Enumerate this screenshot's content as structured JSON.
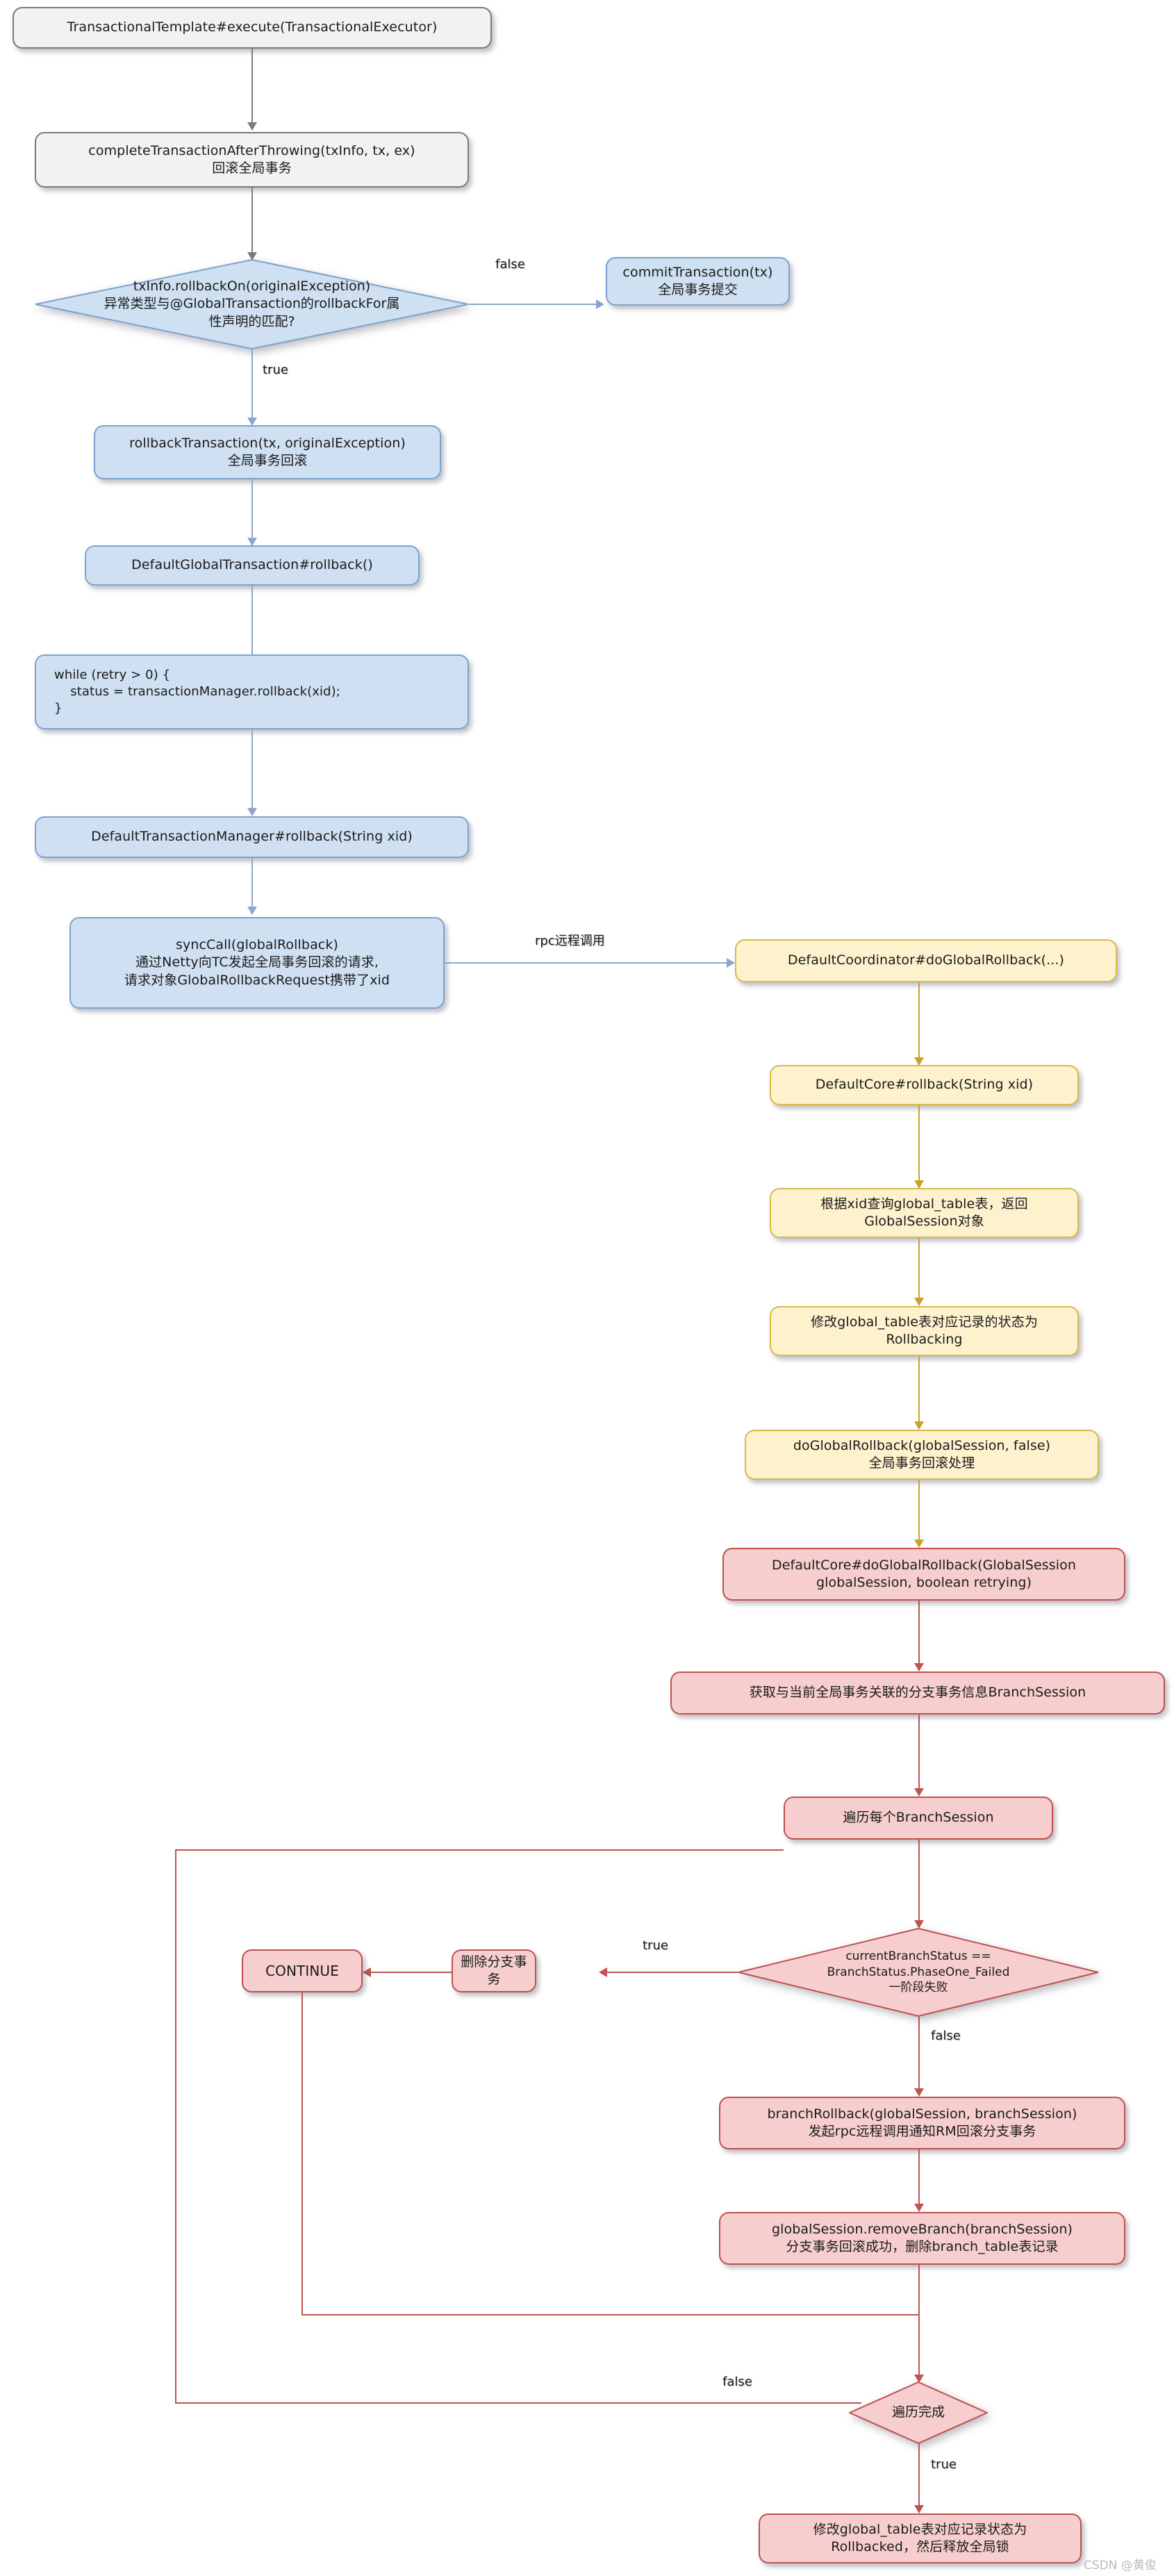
{
  "diagram": {
    "title": "Seata Global Transaction Rollback Flow",
    "watermark": "CSDN @黄俊",
    "colors": {
      "grey_fill": "#f2f2f2",
      "grey_border": "#7a7a7a",
      "blue_fill": "#cfe0f3",
      "blue_border": "#7da2cd",
      "yellow_fill": "#fdf2cd",
      "yellow_border": "#d9b94a",
      "pink_fill": "#f6cecd",
      "pink_border": "#c0504d"
    }
  },
  "nodes": {
    "transactional_template": "TransactionalTemplate#execute(TransactionalExecutor)",
    "complete_after_throwing": "completeTransactionAfterThrowing(txInfo, tx, ex)\n回滚全局事务",
    "rollback_on_decision": "txInfo.rollbackOn(originalException)\n异常类型与@GlobalTransaction的rollbackFor属\n性声明的匹配?",
    "commit_transaction": "commitTransaction(tx)\n全局事务提交",
    "rollback_transaction": "rollbackTransaction(tx, originalException)\n全局事务回滚",
    "default_global_transaction_rollback": "DefaultGlobalTransaction#rollback()",
    "while_retry_loop": "while (retry > 0) {\n    status = transactionManager.rollback(xid);\n}",
    "default_transaction_manager_rollback": "DefaultTransactionManager#rollback(String xid)",
    "sync_call": "syncCall(globalRollback)\n通过Netty向TC发起全局事务回滚的请求,\n请求对象GlobalRollbackRequest携带了xid",
    "default_coordinator": "DefaultCoordinator#doGlobalRollback(...)",
    "default_core_rollback": "DefaultCore#rollback(String xid)",
    "query_global_table": "根据xid查询global_table表，返回\nGlobalSession对象",
    "update_rollbacking": "修改global_table表对应记录的状态为\nRollbacking",
    "do_global_rollback_call": "doGlobalRollback(globalSession, false)\n全局事务回滚处理",
    "default_core_do_global_rollback": "DefaultCore#doGlobalRollback(GlobalSession\nglobalSession, boolean retrying)",
    "get_branch_sessions": "获取与当前全局事务关联的分支事务信息BranchSession",
    "iterate_branch_session": "遍历每个BranchSession",
    "branch_status_decision": "currentBranchStatus ==\nBranchStatus.PhaseOne_Failed\n一阶段失败",
    "delete_branch": "删除分支事务",
    "continue_node": "CONTINUE",
    "branch_rollback": "branchRollback(globalSession, branchSession)\n发起rpc远程调用通知RM回滚分支事务",
    "remove_branch": "globalSession.removeBranch(branchSession)\n分支事务回滚成功，删除branch_table表记录",
    "iteration_complete_decision": "遍历完成",
    "update_rollbacked": "修改global_table表对应记录状态为\nRollbacked，然后释放全局锁"
  },
  "edge_labels": {
    "rollback_on_false": "false",
    "rollback_on_true": "true",
    "rpc_remote_call": "rpc远程调用",
    "branch_status_true": "true",
    "branch_status_false": "false",
    "iteration_false": "false",
    "iteration_true": "true"
  }
}
